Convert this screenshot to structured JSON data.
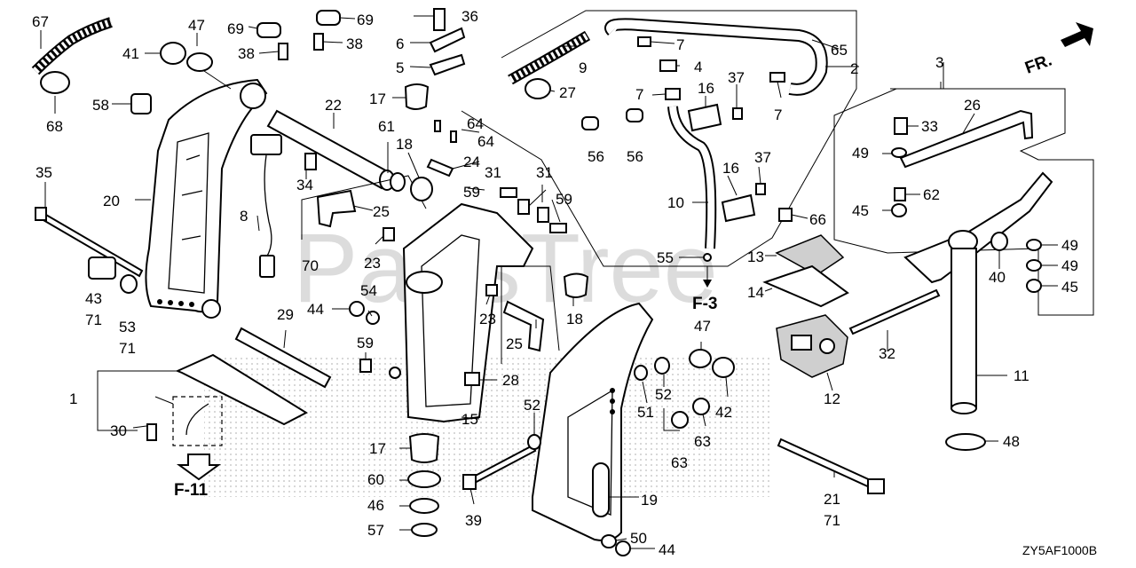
{
  "watermark": "PartsTree",
  "diagram_code": "ZY5AF1000B",
  "refs": {
    "f11": "F-11",
    "f3": "F-3",
    "front": "FR."
  },
  "callouts": {
    "c1": "1",
    "c2": "2",
    "c3": "3",
    "c4": "4",
    "c5": "5",
    "c6": "6",
    "c7": "7",
    "c8": "8",
    "c9": "9",
    "c10": "10",
    "c11": "11",
    "c12": "12",
    "c13": "13",
    "c14": "14",
    "c15": "15",
    "c16": "16",
    "c17": "17",
    "c18": "18",
    "c19": "19",
    "c20": "20",
    "c21": "21",
    "c22": "22",
    "c23": "23",
    "c24": "24",
    "c25": "25",
    "c26": "26",
    "c27": "27",
    "c28": "28",
    "c29": "29",
    "c30": "30",
    "c31": "31",
    "c32": "32",
    "c33": "33",
    "c34": "34",
    "c35": "35",
    "c36": "36",
    "c37": "37",
    "c38": "38",
    "c39": "39",
    "c40": "40",
    "c41": "41",
    "c42": "42",
    "c43": "43",
    "c44": "44",
    "c45": "45",
    "c46": "46",
    "c47": "47",
    "c48": "48",
    "c49": "49",
    "c50": "50",
    "c51": "51",
    "c52": "52",
    "c53": "53",
    "c54": "54",
    "c55": "55",
    "c56": "56",
    "c57": "57",
    "c58": "58",
    "c59": "59",
    "c60": "60",
    "c61": "61",
    "c62": "62",
    "c63": "63",
    "c64": "64",
    "c65": "65",
    "c66": "66",
    "c67": "67",
    "c68": "68",
    "c69": "69",
    "c70": "70",
    "c71": "71"
  }
}
